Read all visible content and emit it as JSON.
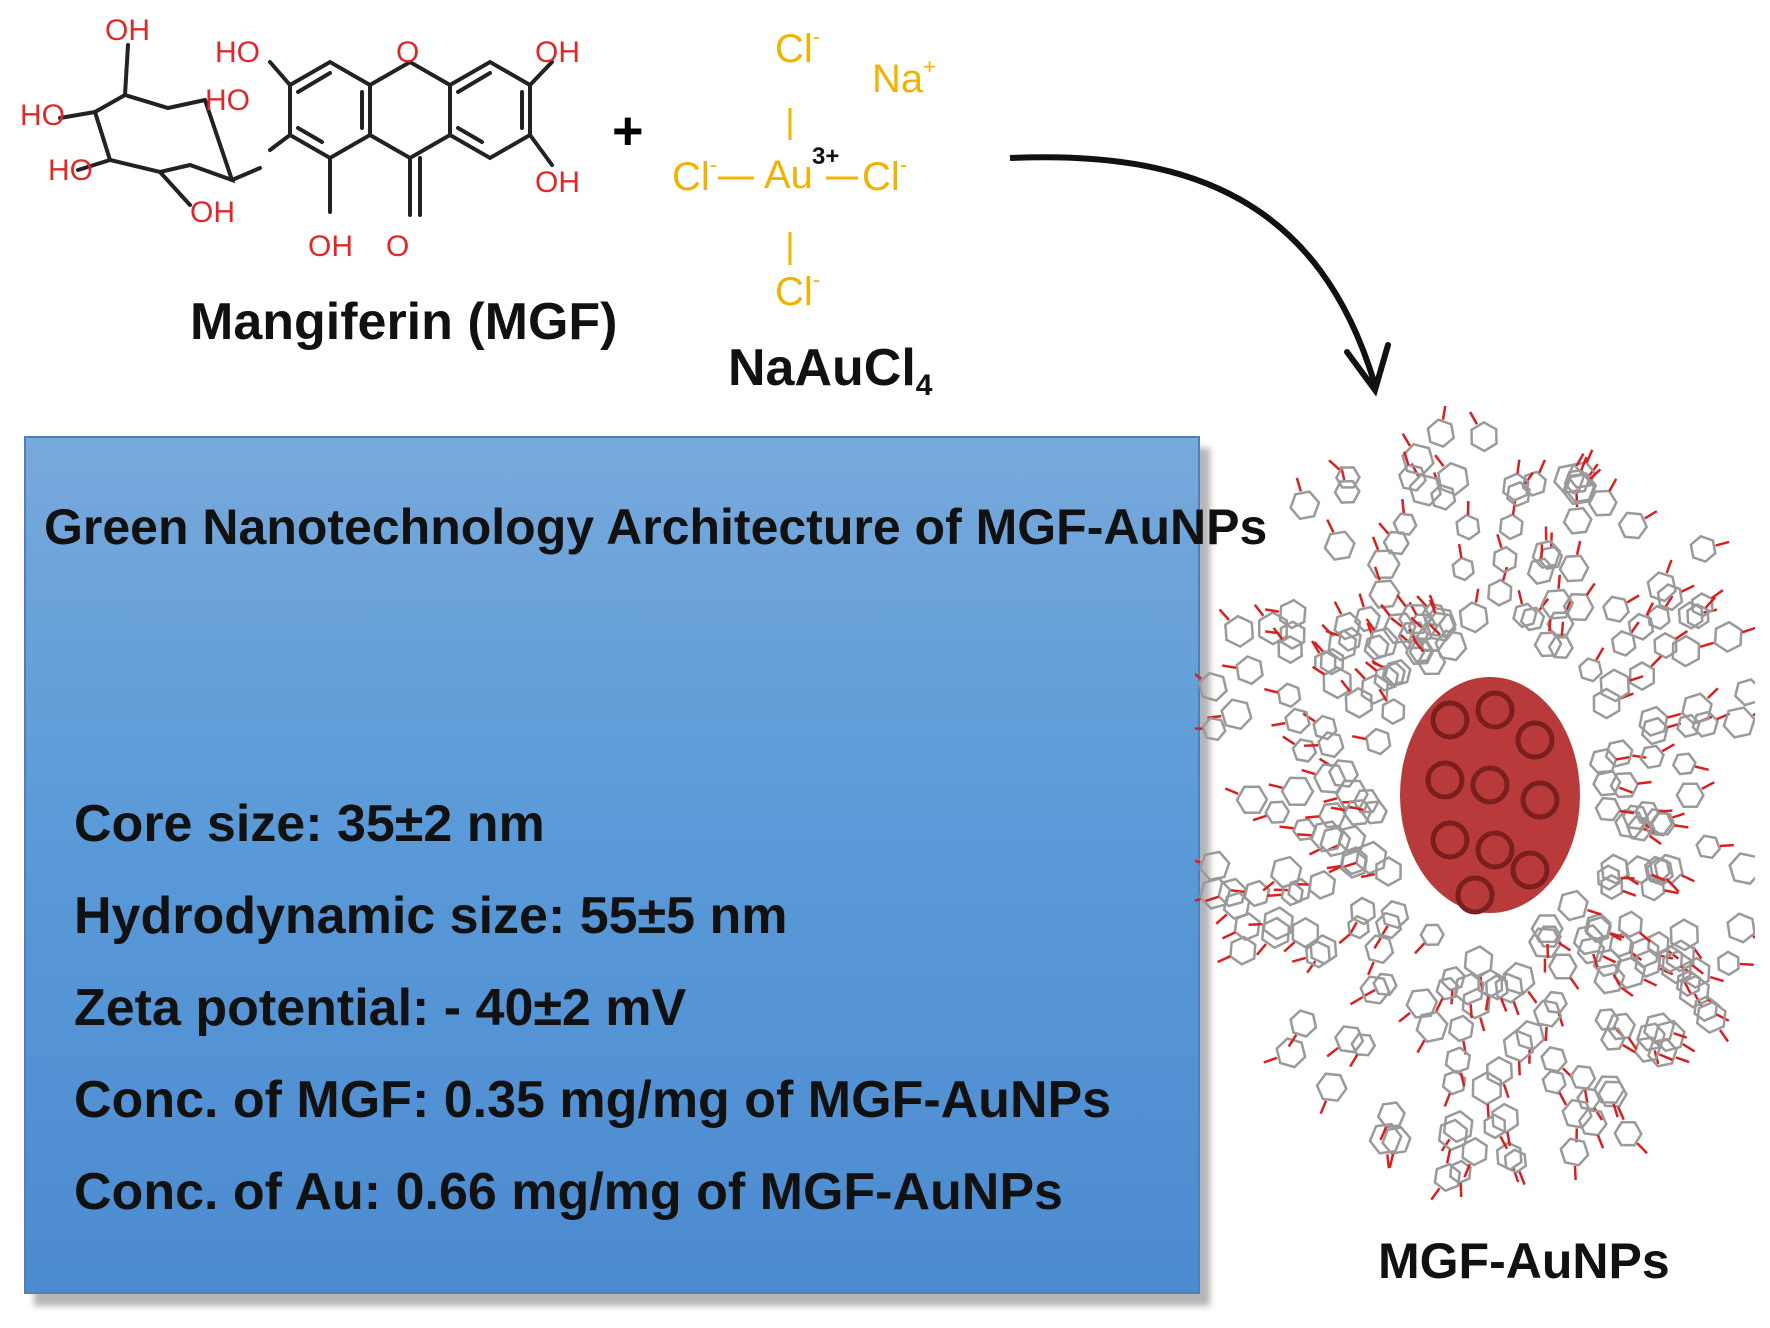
{
  "reactant1": {
    "label": "Mangiferin (MGF)",
    "atoms": [
      "OH",
      "HO",
      "HO",
      "HO",
      "OH",
      "HO",
      "O",
      "OH",
      "OH",
      "OH",
      "O",
      "O"
    ]
  },
  "plus_sign": "+",
  "reactant2": {
    "label_main": "NaAuCl",
    "label_sub": "4",
    "center_atom": "Au",
    "center_charge": "3+",
    "ligand": "Cl",
    "ligand_charge": "-",
    "counter_ion": "Na",
    "counter_charge": "+"
  },
  "info_box": {
    "title": "Green Nanotechnology Architecture of MGF-AuNPs",
    "properties": [
      "Core size: 35±2 nm",
      "Hydrodynamic size: 55±5 nm",
      "Zeta potential: - 40±2 mV",
      "Conc. of MGF: 0.35 mg/mg of MGF-AuNPs",
      "Conc. of Au: 0.66 mg/mg of MGF-AuNPs"
    ]
  },
  "product": {
    "label": "MGF-AuNPs"
  },
  "colors": {
    "gold": "#f0b400",
    "oxygen": "#e0282a",
    "box": "#5b9ad8",
    "core": "#b83a3a"
  }
}
